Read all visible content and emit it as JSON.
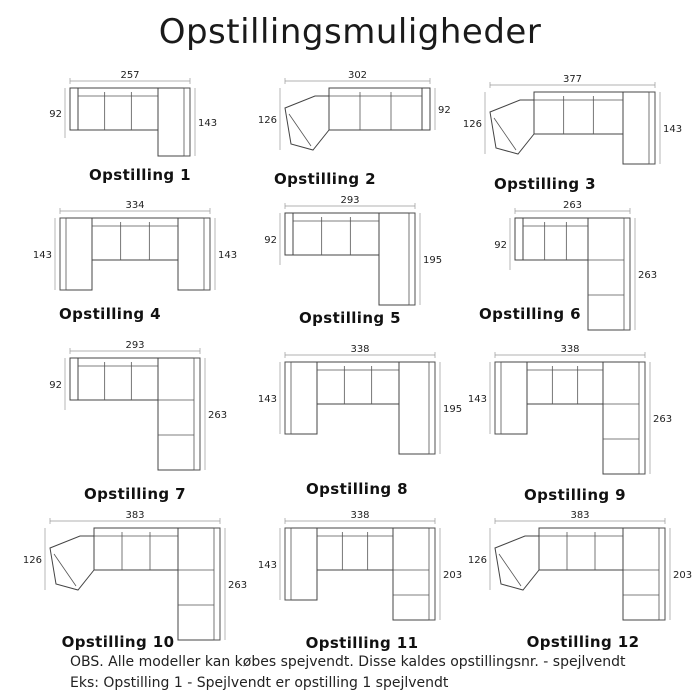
{
  "title": "Opstillingsmuligheder",
  "configs": [
    {
      "label": "Opstilling 1",
      "width": "257",
      "left": "92",
      "right": "143",
      "type": "chaise-right"
    },
    {
      "label": "Opstilling 2",
      "width": "302",
      "left": "126",
      "right": "92",
      "type": "angled-left"
    },
    {
      "label": "Opstilling 3",
      "width": "377",
      "left": "126",
      "right": "143",
      "type": "angled-left-chaise-right"
    },
    {
      "label": "Opstilling 4",
      "width": "334",
      "left": "143",
      "right": "143",
      "type": "double-chaise"
    },
    {
      "label": "Opstilling 5",
      "width": "293",
      "left": "92",
      "right": "195",
      "type": "chaise-long-right"
    },
    {
      "label": "Opstilling 6",
      "width": "263",
      "left": "92",
      "right": "263",
      "type": "corner-right"
    },
    {
      "label": "Opstilling 7",
      "width": "293",
      "left": "92",
      "right": "263",
      "type": "corner-right"
    },
    {
      "label": "Opstilling 8",
      "width": "338",
      "left": "143",
      "right": "195",
      "type": "chaise-left-long-right"
    },
    {
      "label": "Opstilling 9",
      "width": "338",
      "left": "143",
      "right": "263",
      "type": "chaise-left-corner-right"
    },
    {
      "label": "Opstilling 10",
      "width": "383",
      "left": "126",
      "right": "263",
      "type": "angled-left-corner-right"
    },
    {
      "label": "Opstilling 11",
      "width": "338",
      "left": "143",
      "right": "203",
      "type": "chaise-left-corner-right"
    },
    {
      "label": "Opstilling 12",
      "width": "383",
      "left": "126",
      "right": "203",
      "type": "angled-left-corner-right"
    }
  ],
  "notes": {
    "line1": "OBS. Alle modeller kan købes spejvendt. Disse kaldes opstillingsnr. - spejlvendt",
    "line2": "Eks: Opstilling 1 - Spejlvendt er opstilling 1 spejlvendt"
  }
}
